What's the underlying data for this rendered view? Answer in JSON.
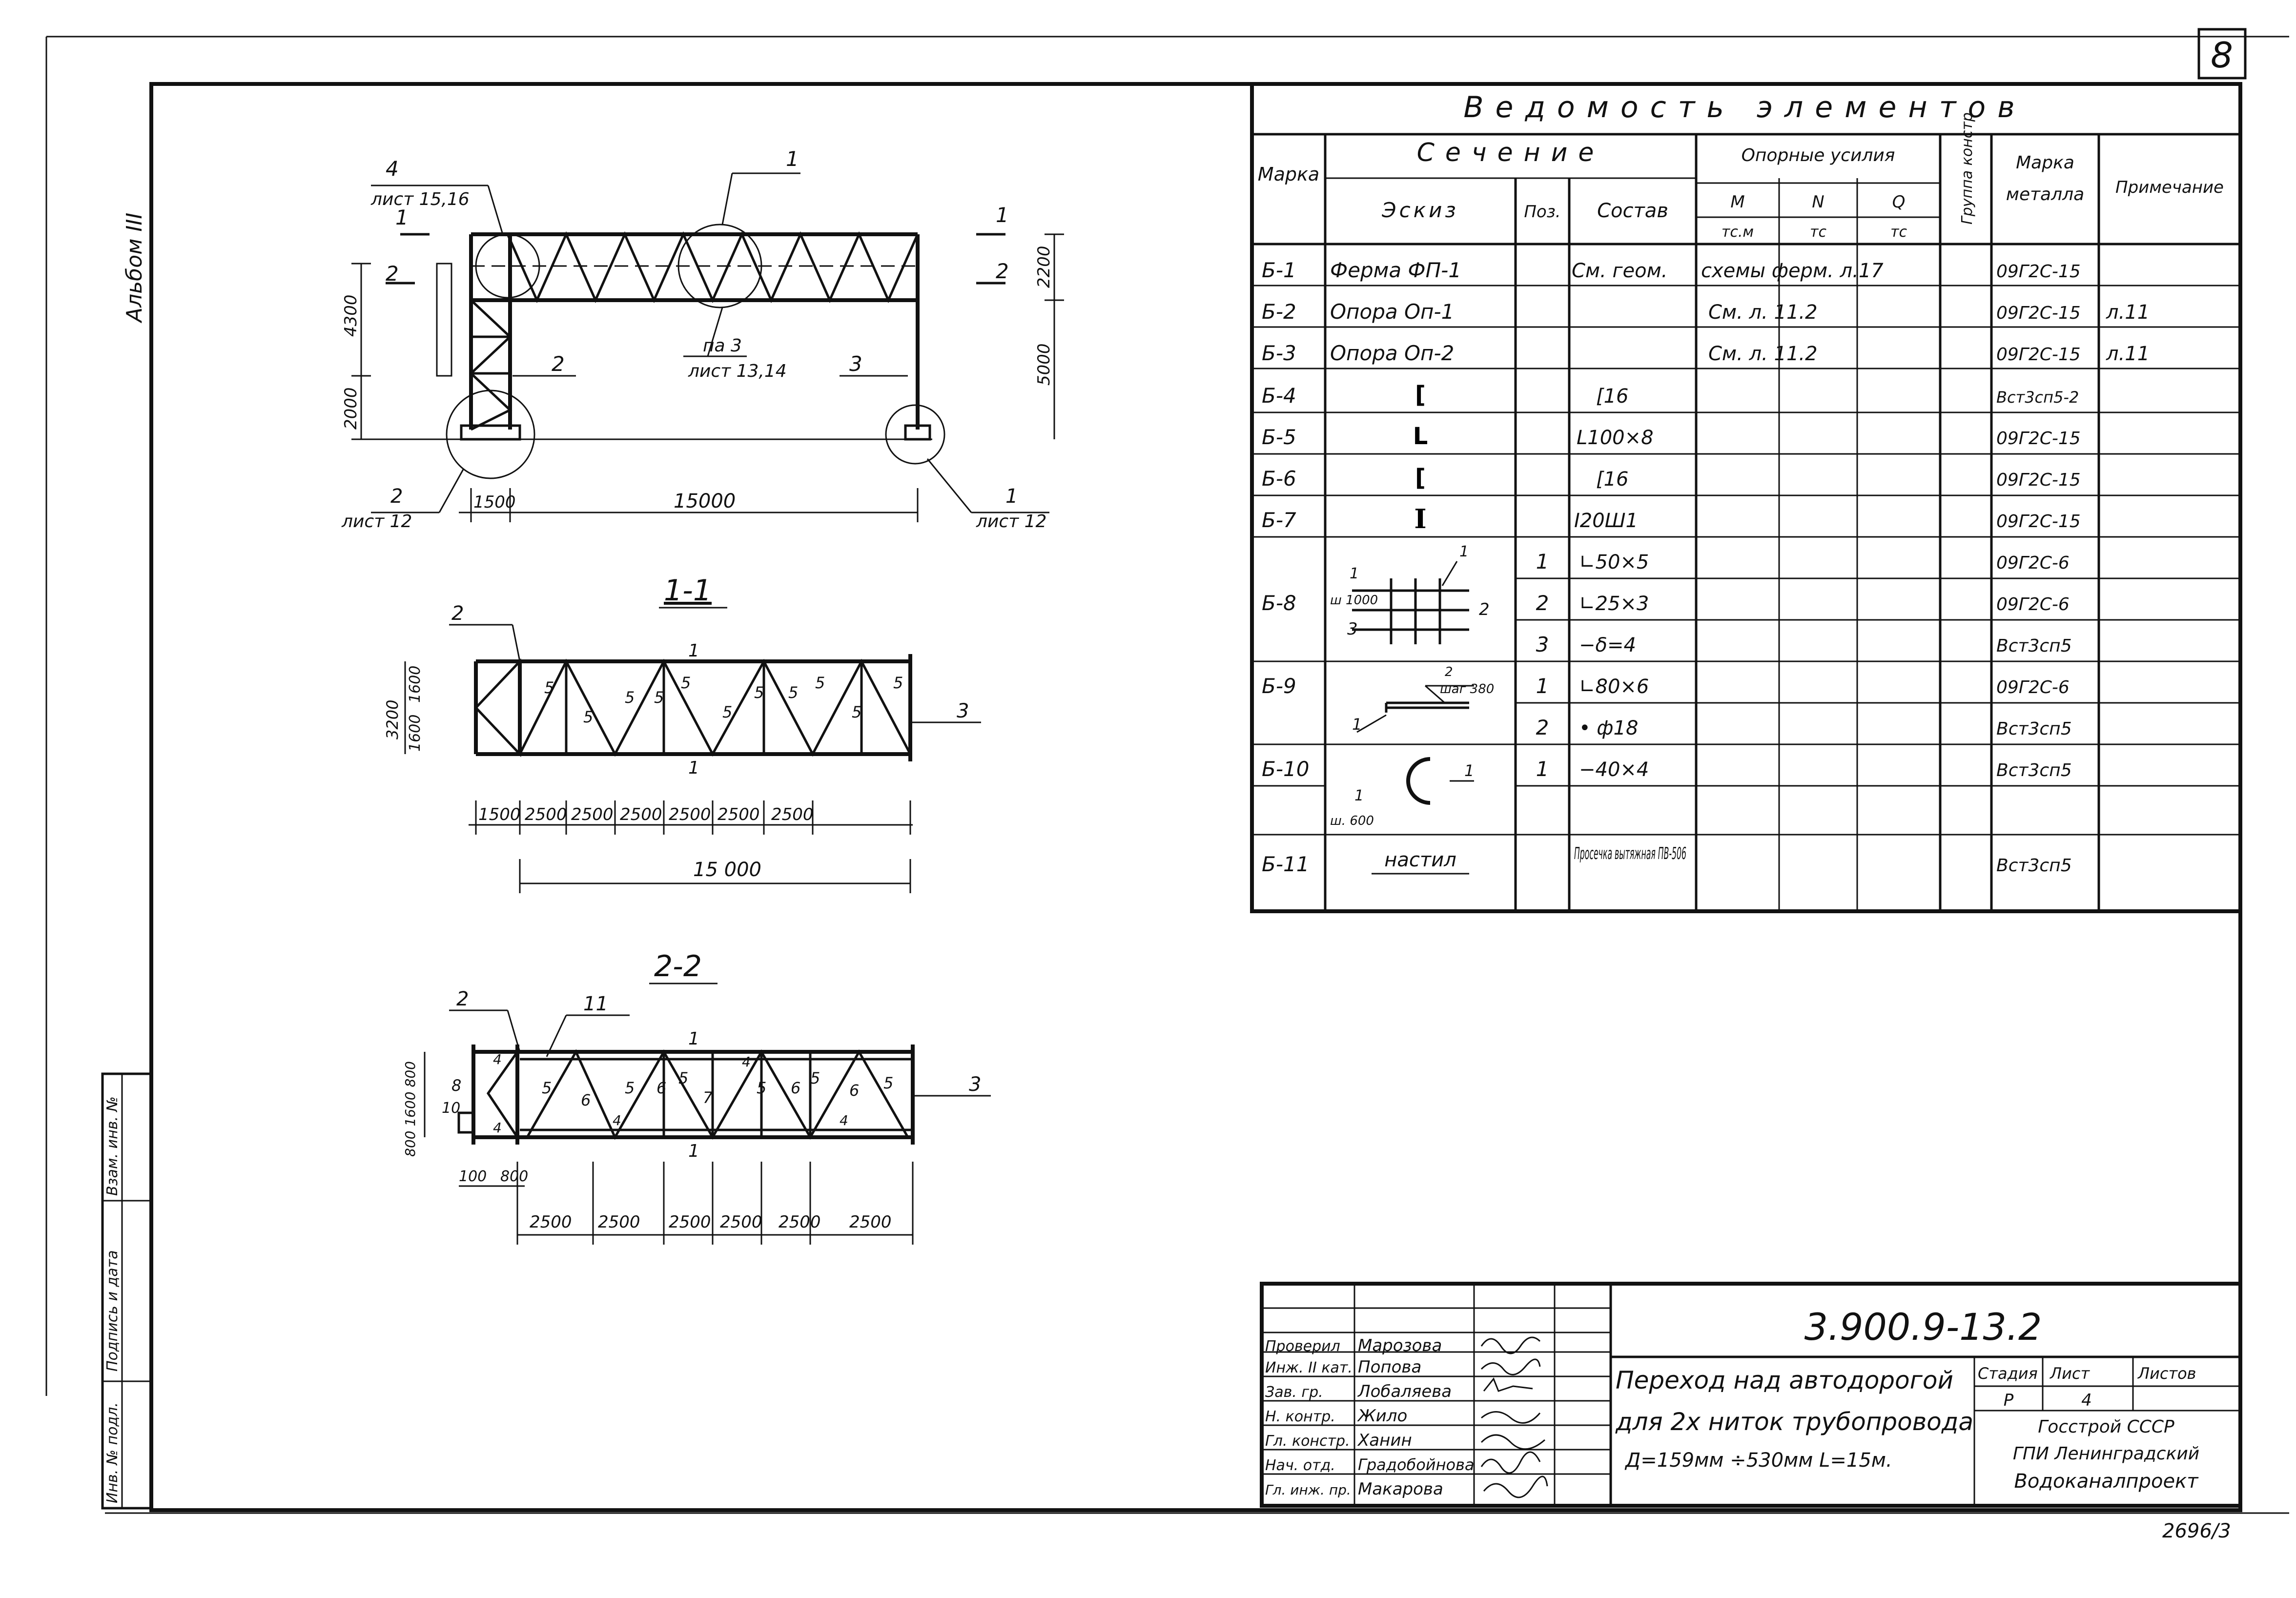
{
  "sheet_number": "8",
  "album_label": "Альбом III",
  "table": {
    "title": "Ведомость элементов",
    "head": {
      "marka": "Марка",
      "sechenie": "Сечение",
      "eskiz": "Эскиз",
      "poz": "Поз.",
      "sostav": "Состав",
      "opornye": "Опорные усилия",
      "m_top": "М",
      "m_bot": "тс.м",
      "n_top": "N",
      "n_bot": "тс",
      "q_top": "Q",
      "q_bot": "тс",
      "gruppa": "Группа констр.",
      "marka_met_1": "Марка",
      "marka_met_2": "металла",
      "primechanie": "Примечание"
    },
    "rows": [
      {
        "mark": "Б-1",
        "sketch": "Ферма ФП-1",
        "pos": "",
        "comp": "См. геом.",
        "forces": "схемы ферм. л.17",
        "metal": "09Г2С-15",
        "note": ""
      },
      {
        "mark": "Б-2",
        "sketch": "Опора Оп-1",
        "pos": "",
        "comp": "",
        "forces": "См. л. 11.2",
        "metal": "09Г2С-15",
        "note": "л.11"
      },
      {
        "mark": "Б-3",
        "sketch": "Опора Оп-2",
        "pos": "",
        "comp": "",
        "forces": "См. л. 11.2",
        "metal": "09Г2С-15",
        "note": "л.11"
      },
      {
        "mark": "Б-4",
        "sketch": "[",
        "pos": "",
        "comp": "[16",
        "forces": "",
        "metal": "Вст3сп5-2",
        "note": ""
      },
      {
        "mark": "Б-5",
        "sketch": "L",
        "pos": "",
        "comp": "L100×8",
        "forces": "",
        "metal": "09Г2С-15",
        "note": ""
      },
      {
        "mark": "Б-6",
        "sketch": "[",
        "pos": "",
        "comp": "[16",
        "forces": "",
        "metal": "09Г2С-15",
        "note": ""
      },
      {
        "mark": "Б-7",
        "sketch": "I",
        "pos": "",
        "comp": "I20Ш1",
        "forces": "",
        "metal": "09Г2С-15",
        "note": ""
      },
      {
        "mark": "",
        "sketch": "",
        "pos": "1",
        "comp": "∟50×5",
        "forces": "",
        "metal": "09Г2С-6",
        "note": ""
      },
      {
        "mark": "Б-8",
        "sketch": "",
        "pos": "2",
        "comp": "∟25×3",
        "forces": "",
        "metal": "09Г2С-6",
        "note": ""
      },
      {
        "mark": "",
        "sketch": "",
        "pos": "3",
        "comp": "−δ=4",
        "forces": "",
        "metal": "Вст3сп5",
        "note": ""
      },
      {
        "mark": "Б-9",
        "sketch": "",
        "pos": "1",
        "comp": "∟80×6",
        "forces": "",
        "metal": "09Г2С-6",
        "note": ""
      },
      {
        "mark": "",
        "sketch": "",
        "pos": "2",
        "comp": "• ф18",
        "forces": "",
        "metal": "Вст3сп5",
        "note": ""
      },
      {
        "mark": "Б-10",
        "sketch": "",
        "pos": "1",
        "comp": "−40×4",
        "forces": "",
        "metal": "Вст3сп5",
        "note": ""
      },
      {
        "mark": "",
        "sketch": "",
        "pos": "",
        "comp": "",
        "forces": "",
        "metal": "",
        "note": ""
      },
      {
        "mark": "Б-11",
        "sketch": "настил",
        "pos": "",
        "comp": "Просечка вытяжная ПВ-506",
        "forces": "",
        "metal": "Вст3сп5",
        "note": ""
      }
    ],
    "sketch_notes": {
      "b8_step": "ш 1000",
      "b8_n1": "1",
      "b8_n1b": "1",
      "b8_n2": "2",
      "b8_n3": "3",
      "b9_step": "шаг 380",
      "b9_n1": "1",
      "b9_n2": "2",
      "b10_step": "ш. 600",
      "b10_n1": "1",
      "b10_n1b": "1"
    }
  },
  "elevation": {
    "callout_4": "4",
    "callout_4_sheet": "лист 15,16",
    "callout_1": "1",
    "callout_pa3": "па 3",
    "callout_pa3_sheet": "лист 13,14",
    "callout_2": "2",
    "callout_3": "3",
    "base_left_num": "2",
    "base_left_sheet": "лист 12",
    "base_right_num": "1",
    "base_right_sheet": "лист 12",
    "sec11_mark_l": "1",
    "sec11_mark_r": "1",
    "sec22_mark_l": "2",
    "sec22_mark_r": "2",
    "dim_4300": "4300",
    "dim_2000": "2000",
    "dim_2200": "2200",
    "dim_5000": "5000",
    "dim_1500": "1500",
    "dim_15000": "15000"
  },
  "section11": {
    "title": "1-1",
    "label_2": "2",
    "label_1_top": "1",
    "label_1_bot": "1",
    "label_3": "3",
    "dim_3200": "3200",
    "dim_1600a": "1600",
    "dim_1600b": "1600",
    "bottom_dims": [
      "1500",
      "2500",
      "2500",
      "2500",
      "2500",
      "2500",
      "2500"
    ],
    "dim_total": "15 000",
    "member_mark": "5"
  },
  "section22": {
    "title": "2-2",
    "label_2": "2",
    "label_11": "11",
    "label_1_top": "1",
    "label_1_bot": "1",
    "label_3": "3",
    "label_8": "8",
    "label_10": "10",
    "label_4": "4",
    "labels_5": "5",
    "labels_6": "6",
    "labels_7": "7",
    "dim_left": "800 1600 800",
    "dim_100": "100",
    "dim_800": "800",
    "bottom_dims": [
      "2500",
      "2500",
      "2500",
      "2500",
      "2500",
      "2500"
    ]
  },
  "stamp": {
    "roles": [
      "Проверил",
      "Инж. II кат.",
      "Зав. гр.",
      "Н. контр.",
      "Гл. констр.",
      "Нач. отд.",
      "Гл. инж. пр."
    ],
    "names": [
      "Марозова",
      "Попова",
      "Лобаляева",
      "Жило",
      "Ханин",
      "Градобойнова",
      "Макарова"
    ],
    "designation": "3.900.9-13.2",
    "title_lines": [
      "Переход над автодорогой",
      "для 2х ниток трубопровода",
      "Д=159мм ÷530мм  L=15м."
    ],
    "stadia_label": "Стадия",
    "list_label": "Лист",
    "listov_label": "Листов",
    "stadia": "Р",
    "list": "4",
    "listov": "",
    "org_lines": [
      "Госстрой СССР",
      "ГПИ Ленинградский",
      "Водоканалпроект"
    ]
  },
  "side_stamp": [
    "Взам. инв. №",
    "Подпись и дата",
    "Инв. № подл."
  ],
  "footer_code": "2696/3"
}
